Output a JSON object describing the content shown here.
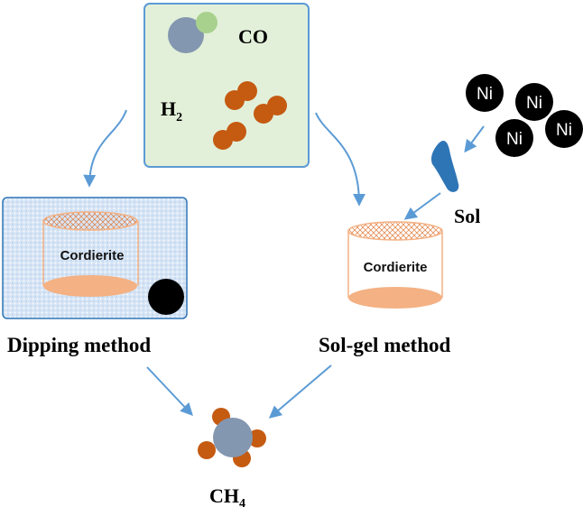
{
  "reactants": {
    "co_label": "CO",
    "h2_label_main": "H",
    "h2_label_sub": "2"
  },
  "sol": {
    "label": "Sol",
    "ni_particles": [
      "Ni",
      "Ni",
      "Ni",
      "Ni"
    ]
  },
  "dipping": {
    "label": "Dipping method",
    "substrate_label": "Cordierite"
  },
  "solgel": {
    "label": "Sol-gel method",
    "substrate_label": "Cordierite"
  },
  "product": {
    "label_main": "CH",
    "label_sub": "4"
  },
  "colors": {
    "accent_blue": "#5b9bd5",
    "reactant_box_fill": "#e2f0d9",
    "co_carbon": "#8497b0",
    "co_oxygen": "#a9d18e",
    "hydrogen": "#c55a11",
    "cordierite_pink": "#f4b183",
    "cordierite_border": "#f4b183",
    "ni": "#000000",
    "dipping_bath": "#d6e4f5"
  }
}
